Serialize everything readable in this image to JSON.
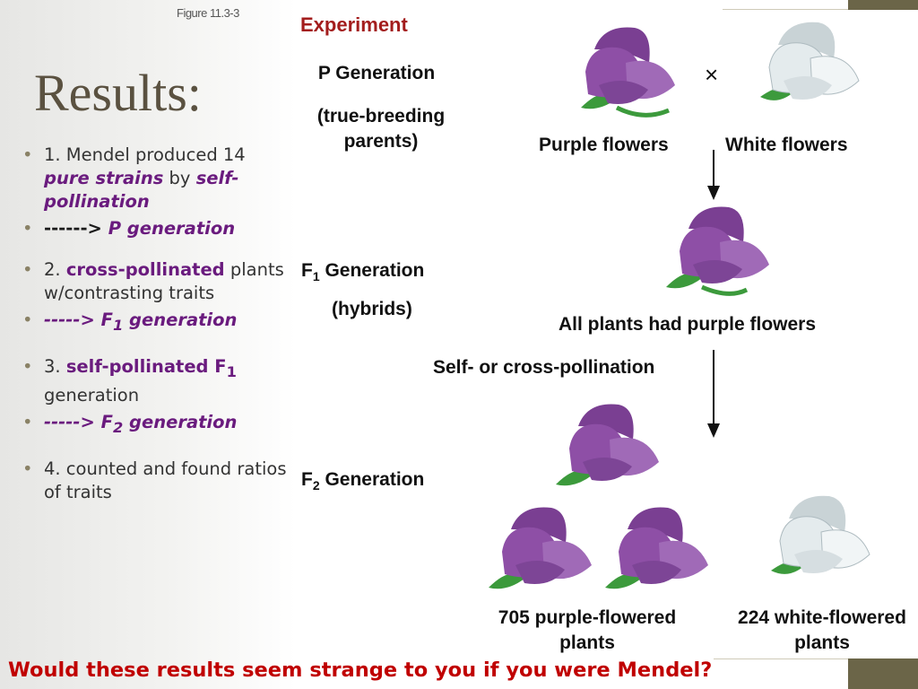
{
  "figure_label": "Figure 11.3-3",
  "title": "Results:",
  "bullets": {
    "b1_prefix": "1.  Mendel produced 14 ",
    "b1_emph1": "pure strains",
    "b1_mid": " by ",
    "b1_emph2": "self-pollination",
    "b2_arrow": "------> ",
    "b2_emph": "P  generation",
    "b3_prefix": "2.  ",
    "b3_emph": "cross-pollinated",
    "b3_rest": " plants w/contrasting traits",
    "b4_arrow": "-----> ",
    "b4_emph": "F",
    "b4_sub": "1",
    "b4_rest": "  generation",
    "b5_prefix": "3.  ",
    "b5_emph": "self-pollinated F",
    "b5_sub": "1",
    "b5_rest": " generation",
    "b6_arrow": "-----> ",
    "b6_emph": "F",
    "b6_sub": "2",
    "b6_rest": "  generation",
    "b7": "4.  counted and found ratios of traits"
  },
  "diagram": {
    "experiment": "Experiment",
    "p_generation": "P Generation",
    "p_sub": "(true-breeding parents)",
    "cross_symbol": "×",
    "purple_flowers": "Purple flowers",
    "white_flowers": "White flowers",
    "f1_generation_F": "F",
    "f1_generation_sub": "1",
    "f1_generation_rest": " Generation",
    "f1_sub": "(hybrids)",
    "f1_result": "All plants had purple flowers",
    "pollination": "Self- or cross-pollination",
    "f2_generation_F": "F",
    "f2_generation_sub": "2",
    "f2_generation_rest": " Generation",
    "purple_count": "705 purple-flowered plants",
    "white_count": "224 white-flowered plants",
    "colors": {
      "purple_petal": "#8e4fa6",
      "white_petal": "#dfe6e8",
      "leaf": "#3c9a3c"
    }
  },
  "question": "Would these results seem strange to you if you were Mendel?"
}
